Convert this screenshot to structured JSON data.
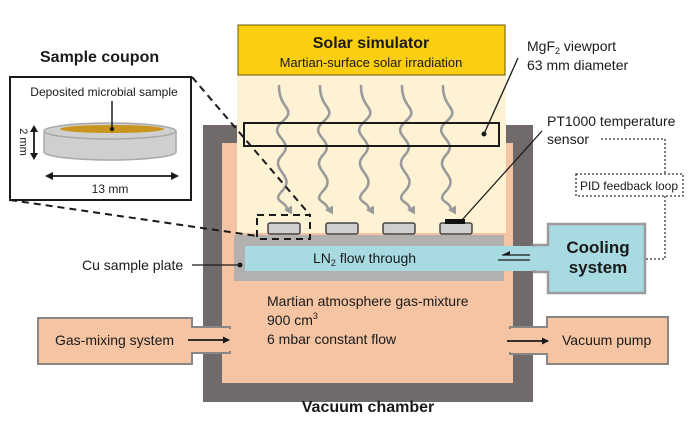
{
  "colors": {
    "solar_box": "#fbce10",
    "light_zone": "#fdf3d4",
    "chamber_wall": "#706b6a",
    "chamber_gas": "#f5c4a2",
    "plate_grey": "#b3b0b0",
    "ln2_blue": "#a7dbe1",
    "sample_grey": "#cfcfcf",
    "sample_deposit": "#c9951f",
    "wave_grey": "#9a9a9a",
    "outline": "#1a1a1a"
  },
  "sample_coupon": {
    "title": "Sample coupon",
    "deposit_label": "Deposited microbial sample",
    "height_label": "2 mm",
    "width_label": "13 mm"
  },
  "solar_simulator": {
    "title": "Solar simulator",
    "subtitle": "Martian-surface solar irradiation"
  },
  "viewport": {
    "line1_prefix": "MgF",
    "line1_sub": "2",
    "line1_suffix": " viewport",
    "line2": "63 mm diameter"
  },
  "sensor": {
    "line1": "PT1000 temperature",
    "line2": "sensor"
  },
  "pid": {
    "label": "PID feedback loop"
  },
  "cooling": {
    "line1": "Cooling",
    "line2": "system"
  },
  "plate": {
    "label": "Cu sample plate",
    "flow_prefix": "LN",
    "flow_sub": "2",
    "flow_suffix": " flow through"
  },
  "chamber": {
    "title": "Vacuum chamber",
    "gas_line1": "Martian atmosphere gas-mixture",
    "gas_line2_prefix": "900 cm",
    "gas_line2_sup": "3",
    "gas_line3": "6 mbar constant flow"
  },
  "gas_mixing": {
    "label": "Gas-mixing system"
  },
  "vacuum_pump": {
    "label": "Vacuum pump"
  },
  "irradiation_rays": 5,
  "samples_on_plate": 4
}
